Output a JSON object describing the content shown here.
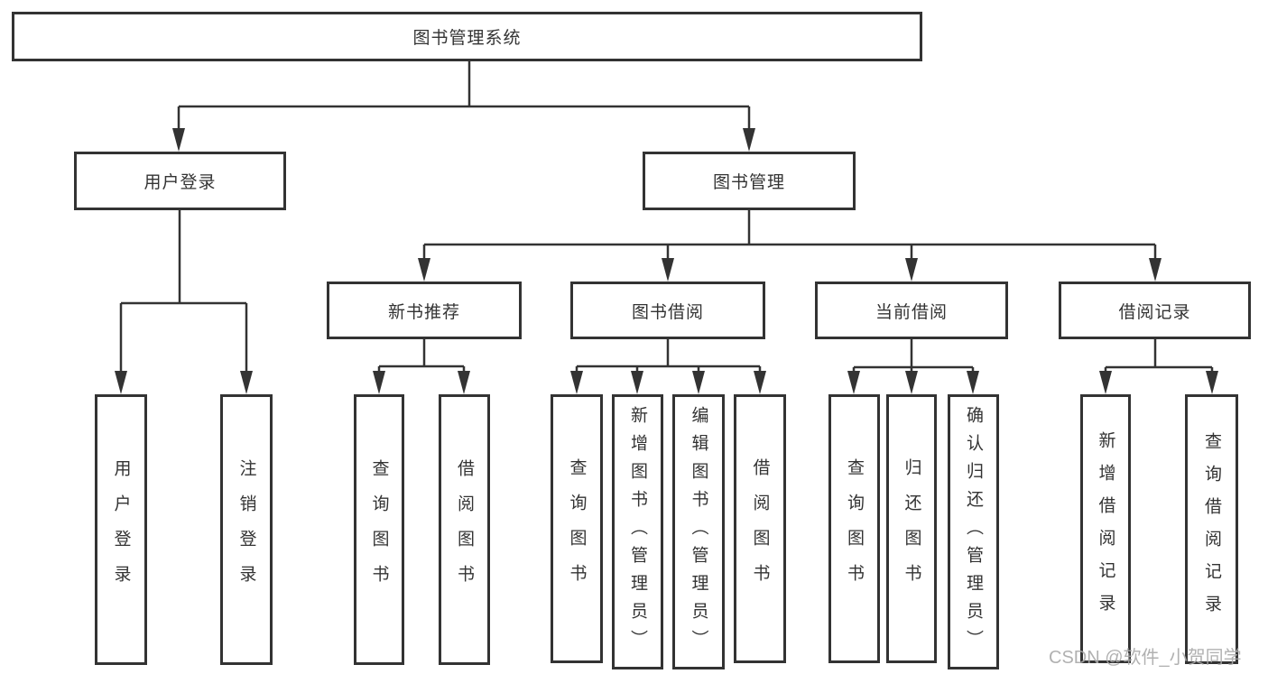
{
  "diagram": {
    "root": "图书管理系统",
    "level1": [
      {
        "label": "用户登录"
      },
      {
        "label": "图书管理"
      }
    ],
    "level2": [
      {
        "label": "新书推荐"
      },
      {
        "label": "图书借阅"
      },
      {
        "label": "当前借阅"
      },
      {
        "label": "借阅记录"
      }
    ],
    "leaves": {
      "user_login": [
        "用户登录",
        "注销登录"
      ],
      "new_book": [
        "查询图书",
        "借阅图书"
      ],
      "borrow": [
        "查询图书",
        "新增图书（管理员）",
        "编辑图书（管理员）",
        "借阅图书"
      ],
      "current": [
        "查询图书",
        "归还图书",
        "确认归还（管理员）"
      ],
      "records": [
        "新增借阅记录",
        "查询借阅记录"
      ]
    }
  },
  "watermark": "CSDN @软件_小贺同学",
  "colors": {
    "line": "#333333",
    "text": "#333333",
    "box_background": "#ffffff",
    "watermark": "#a9a9a9"
  }
}
